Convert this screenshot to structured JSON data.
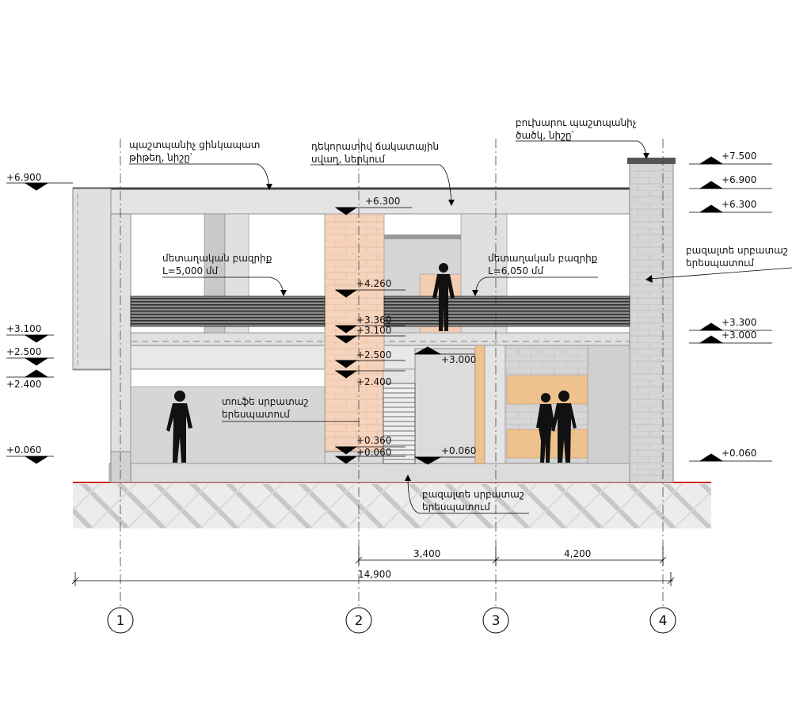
{
  "levels": {
    "left_6900": "+6.900",
    "left_3100": "+3.100",
    "left_2500": "+2.500",
    "left_2400": "+2.400",
    "left_0060": "+0.060",
    "mid_6300": "+6.300",
    "mid_4260": "+4.260",
    "mid_3360": "+3.360",
    "mid_3100": "+3.100",
    "mid_2500": "+2.500",
    "mid_2400": "+2.400",
    "mid_0360": "+0.360",
    "mid_0060": "+0.060",
    "stair_3000": "+3.000",
    "stair_0060": "+0.060",
    "right_7500": "+7.500",
    "right_6900": "+6.900",
    "right_6300": "+6.300",
    "right_3300": "+3.300",
    "right_3000": "+3.000",
    "right_0060": "+0.060"
  },
  "notes": {
    "parapet_line1": "պաշտպանիչ ցինկապատ",
    "parapet_line2": "թիթեղ, նիշը՝",
    "wall_line1": "դեկորատիվ ճակատային",
    "wall_line2": "սվաղ, ներկում",
    "chimney_line1": "բուխարու պաշտպանիչ",
    "chimney_line2": "ծածկ, նիշը՝",
    "railing1_line1": "մետաղական բազրիք",
    "railing1_line2": "L=5,000 մմ",
    "railing2_line1": "մետաղական բազրիք",
    "railing2_line2": "L=6,050 մմ",
    "block_right_line1": "բազալտե սրբատաշ",
    "block_right_line2": "երեսպատում",
    "tuff_line1": "տուֆե սրբատաշ",
    "tuff_line2": "երեսպատում",
    "block_bottom_line1": "բազալտե սրբատաշ",
    "block_bottom_line2": "երեսպատում"
  },
  "dimensions": {
    "d_2_3": "3,400",
    "d_3_4": "4,200",
    "total": "14,900"
  },
  "axes": [
    "1",
    "2",
    "3",
    "4"
  ],
  "colors": {
    "concrete": "#e2e2e2",
    "block": "#d4d4d4",
    "tuff": "#f6d3bc",
    "wood": "#efc18d",
    "railing": "#3a3a3a",
    "ground_line": "#cc2222",
    "soil": "#e8e8e8"
  }
}
